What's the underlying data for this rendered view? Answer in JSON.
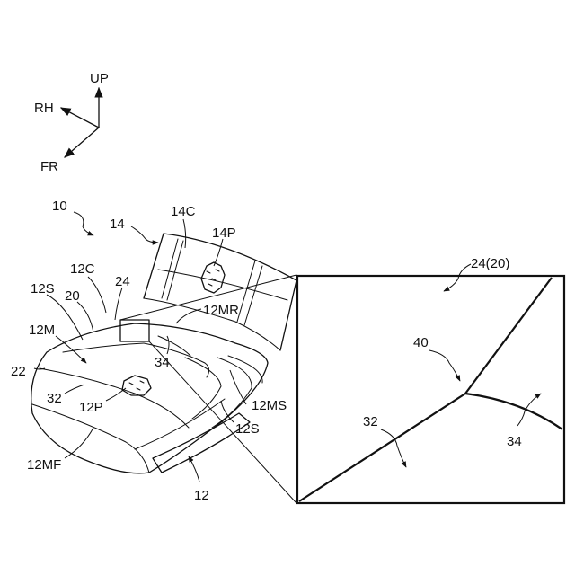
{
  "directions": {
    "up": "UP",
    "rh": "RH",
    "fr": "FR"
  },
  "labels": {
    "l10": "10",
    "l14": "14",
    "l14c": "14C",
    "l14p": "14P",
    "l12c": "12C",
    "l12s_top": "12S",
    "l20": "20",
    "l24": "24",
    "l12m": "12M",
    "l12mr": "12MR",
    "l22": "22",
    "l34_seat": "34",
    "l32_seat": "32",
    "l12p": "12P",
    "l12ms": "12MS",
    "l12s_bottom": "12S",
    "l12mf": "12MF",
    "l12": "12",
    "l24_20": "24(20)",
    "l40": "40",
    "l32_detail": "32",
    "l34_detail": "34"
  }
}
